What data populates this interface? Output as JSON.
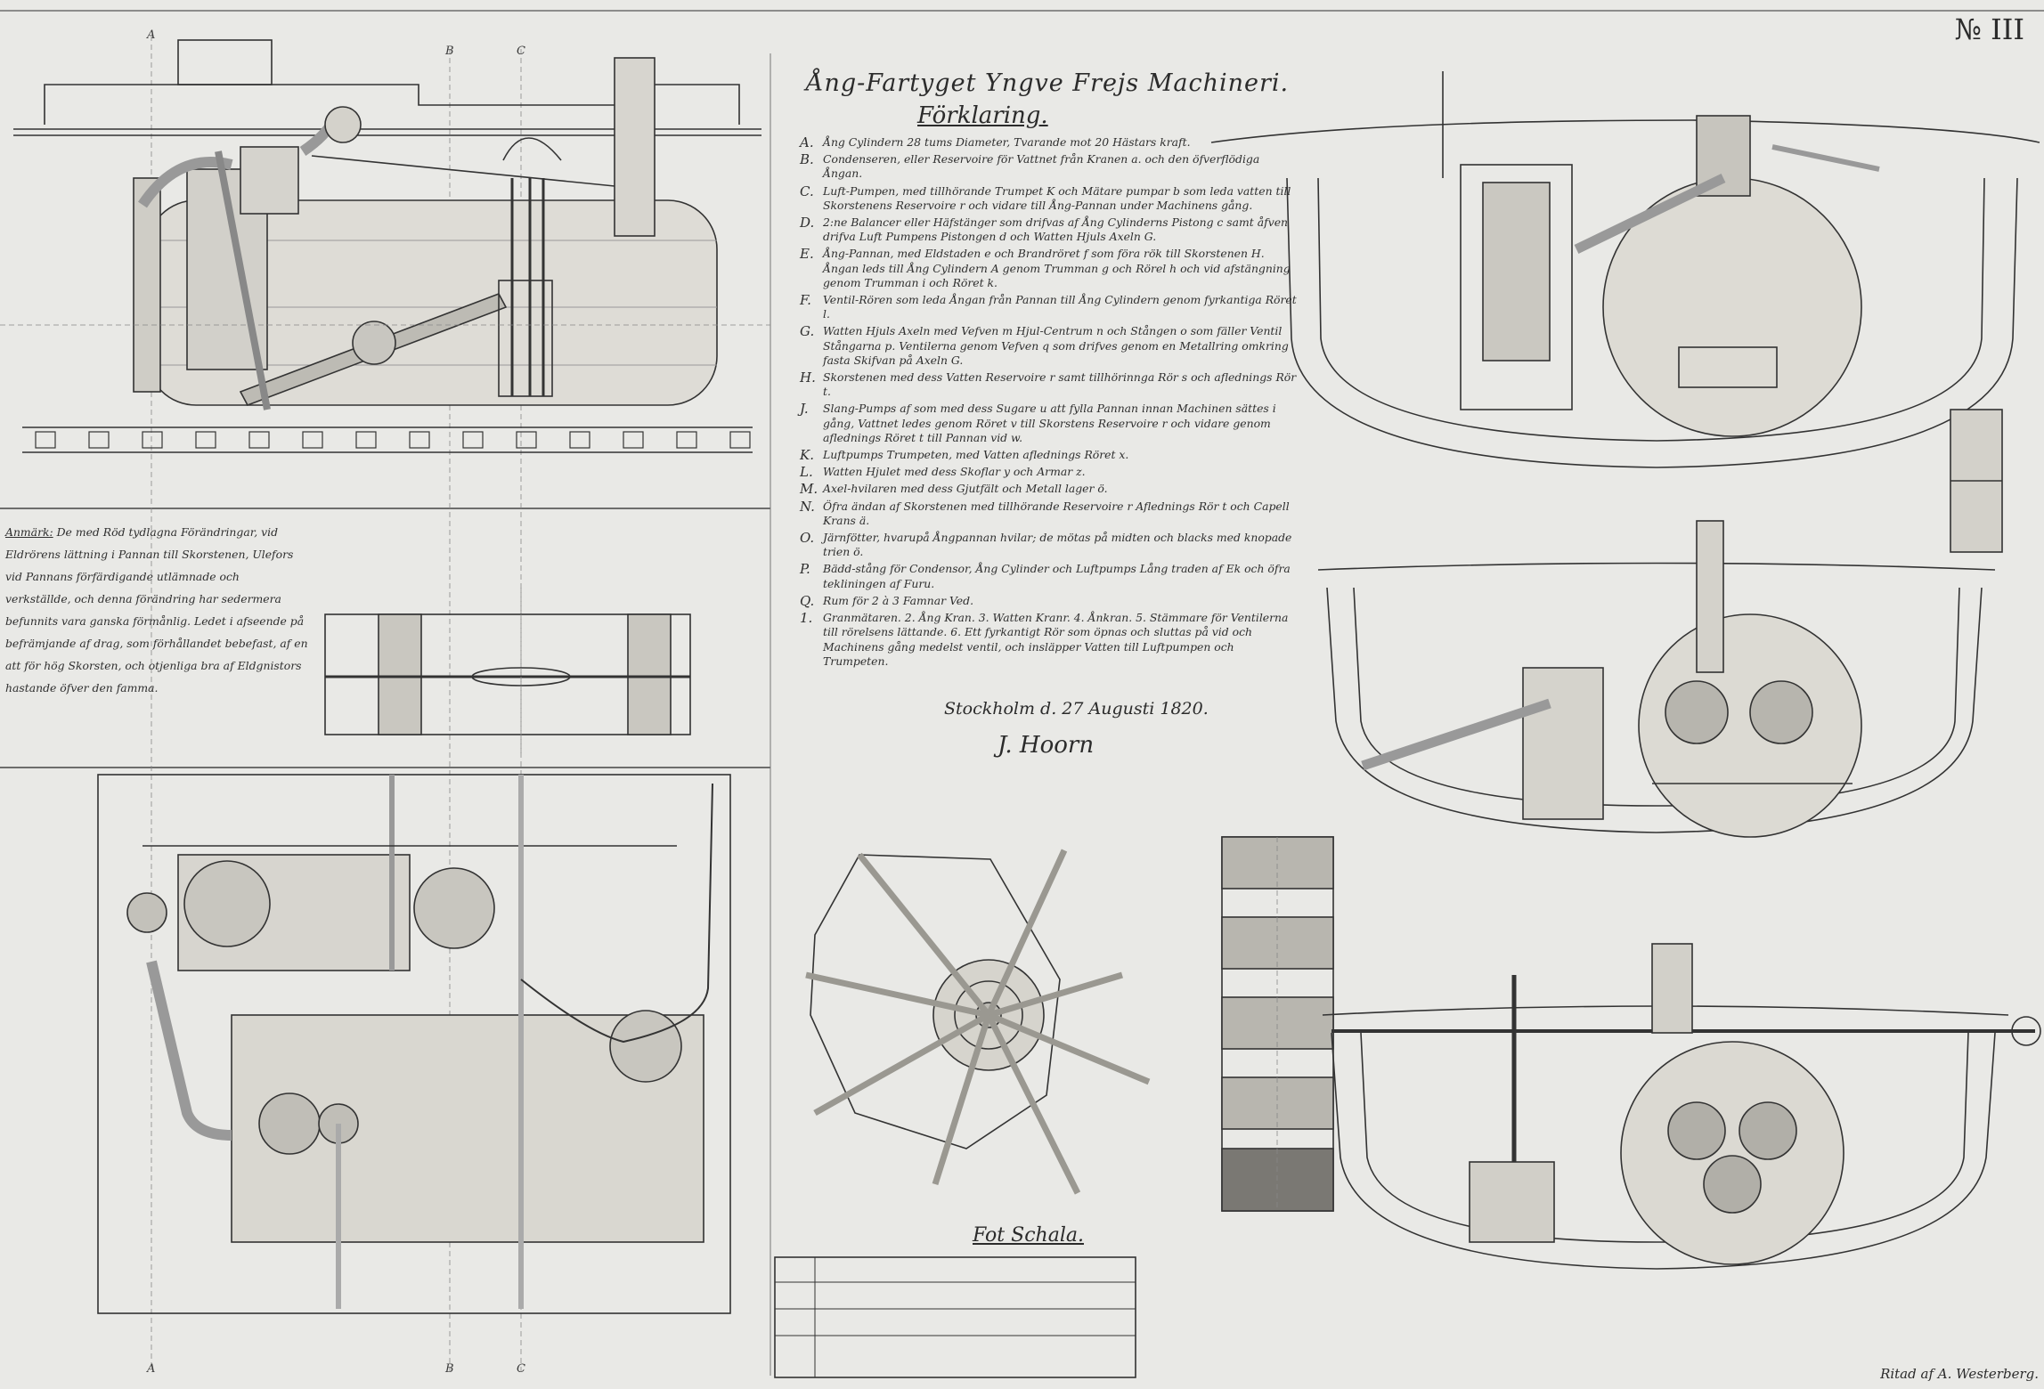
{
  "plate_number": "№ III",
  "title": "Ång-Fartyget Yngve Frejs Machineri.",
  "subtitle": "Förklaring.",
  "legend": [
    {
      "key": "A.",
      "text": "Ång Cylindern 28 tums Diameter, Tvarande mot 20 Hästars kraft."
    },
    {
      "key": "B.",
      "text": "Condenseren, eller Reservoire för Vattnet från Kranen a. och den öfverflödiga Ångan."
    },
    {
      "key": "C.",
      "text": "Luft-Pumpen, med tillhörande Trumpet K och Mätare pumpar b som leda vatten till Skorstenens Reservoire r och vidare till Ång-Pannan under Machinens gång."
    },
    {
      "key": "D.",
      "text": "2:ne Balancer eller Häfstänger som drifvas af Ång Cylinderns Pistong c samt åfven drifva Luft Pumpens Pistongen d och Watten Hjuls Axeln G."
    },
    {
      "key": "E.",
      "text": "Ång-Pannan, med Eldstaden e och Brandröret f som föra rök till Skorstenen H. Ångan leds till Ång Cylindern A genom Trumman g och Rörel h och vid afstängning genom Trumman i och Röret k."
    },
    {
      "key": "F.",
      "text": "Ventil-Rören som leda Ångan från Pannan till Ång Cylindern genom fyrkantiga Röret l."
    },
    {
      "key": "G.",
      "text": "Watten Hjuls Axeln med Vefven m Hjul-Centrum n och Stången o som fäller Ventil Stångarna p. Ventilerna genom Vefven q som drifves genom en Metallring omkring fasta Skifvan på Axeln G."
    },
    {
      "key": "H.",
      "text": "Skorstenen med dess Vatten Reservoire r samt tillhörinnga Rör s och aflednings Rör t."
    },
    {
      "key": "J.",
      "text": "Slang-Pumps af som med dess Sugare u att fylla Pannan innan Machinen sättes i gång, Vattnet ledes genom Röret v till Skorstens Reservoire r och vidare genom aflednings Röret t till Pannan vid w."
    },
    {
      "key": "K.",
      "text": "Luftpumps Trumpeten, med Vatten aflednings Röret x."
    },
    {
      "key": "L.",
      "text": "Watten Hjulet med dess Skoflar y och Armar z."
    },
    {
      "key": "M.",
      "text": "Axel-hvilaren med dess Gjutfält och Metall lager ö."
    },
    {
      "key": "N.",
      "text": "Öfra ändan af Skorstenen med tillhörande Reservoire r Aflednings Rör t och Capell Krans ä."
    },
    {
      "key": "O.",
      "text": "Järnfötter, hvarupå Ångpannan hvilar; de mötas på midten och blacks med knopade trien ö."
    },
    {
      "key": "P.",
      "text": "Bädd-stång för Condensor, Ång Cylinder och Luftpumps Lång traden af Ek och öfra tekliningen af Furu."
    },
    {
      "key": "Q.",
      "text": "Rum för 2 à 3 Famnar Ved."
    },
    {
      "key": "1.",
      "text": "Granmätaren. 2. Ång Kran. 3. Watten Kranr. 4. Ånkran. 5. Stämmare för Ventilerna till rörelsens lättande. 6. Ett fyrkantigt Rör som öpnas och sluttas på vid och Machinens gång medelst ventil, och insläpper Vatten till Luftpumpen och Trumpeten."
    }
  ],
  "date_line": "Stockholm d. 27 Augusti 1820.",
  "signature": "J. Hoorn",
  "note": {
    "lead": "Anmärk:",
    "text": "De med Röd tydlagna Förändringar, vid Eldrörens lättning i Pannan till Skorstenen, Ulefors vid Pannans förfärdigande utlämnade och verkställde, och denna förändring har sedermera befunnits vara ganska förmånlig. Ledet i afseende på befrämjande af drag, som förhållandet bebefast, af en att för hög Skorsten, och otjenliga bra af Eldgnistors hastande öfver den famma."
  },
  "scale_title": "Fot Schala.",
  "credit": "Ritad af A. Westerberg.",
  "section_letters": [
    "A",
    "B",
    "C",
    "A",
    "B",
    "C"
  ],
  "colors": {
    "paper": "#e9e9e6",
    "ink": "#2b2b2b",
    "margin": "#5c5c5c"
  }
}
